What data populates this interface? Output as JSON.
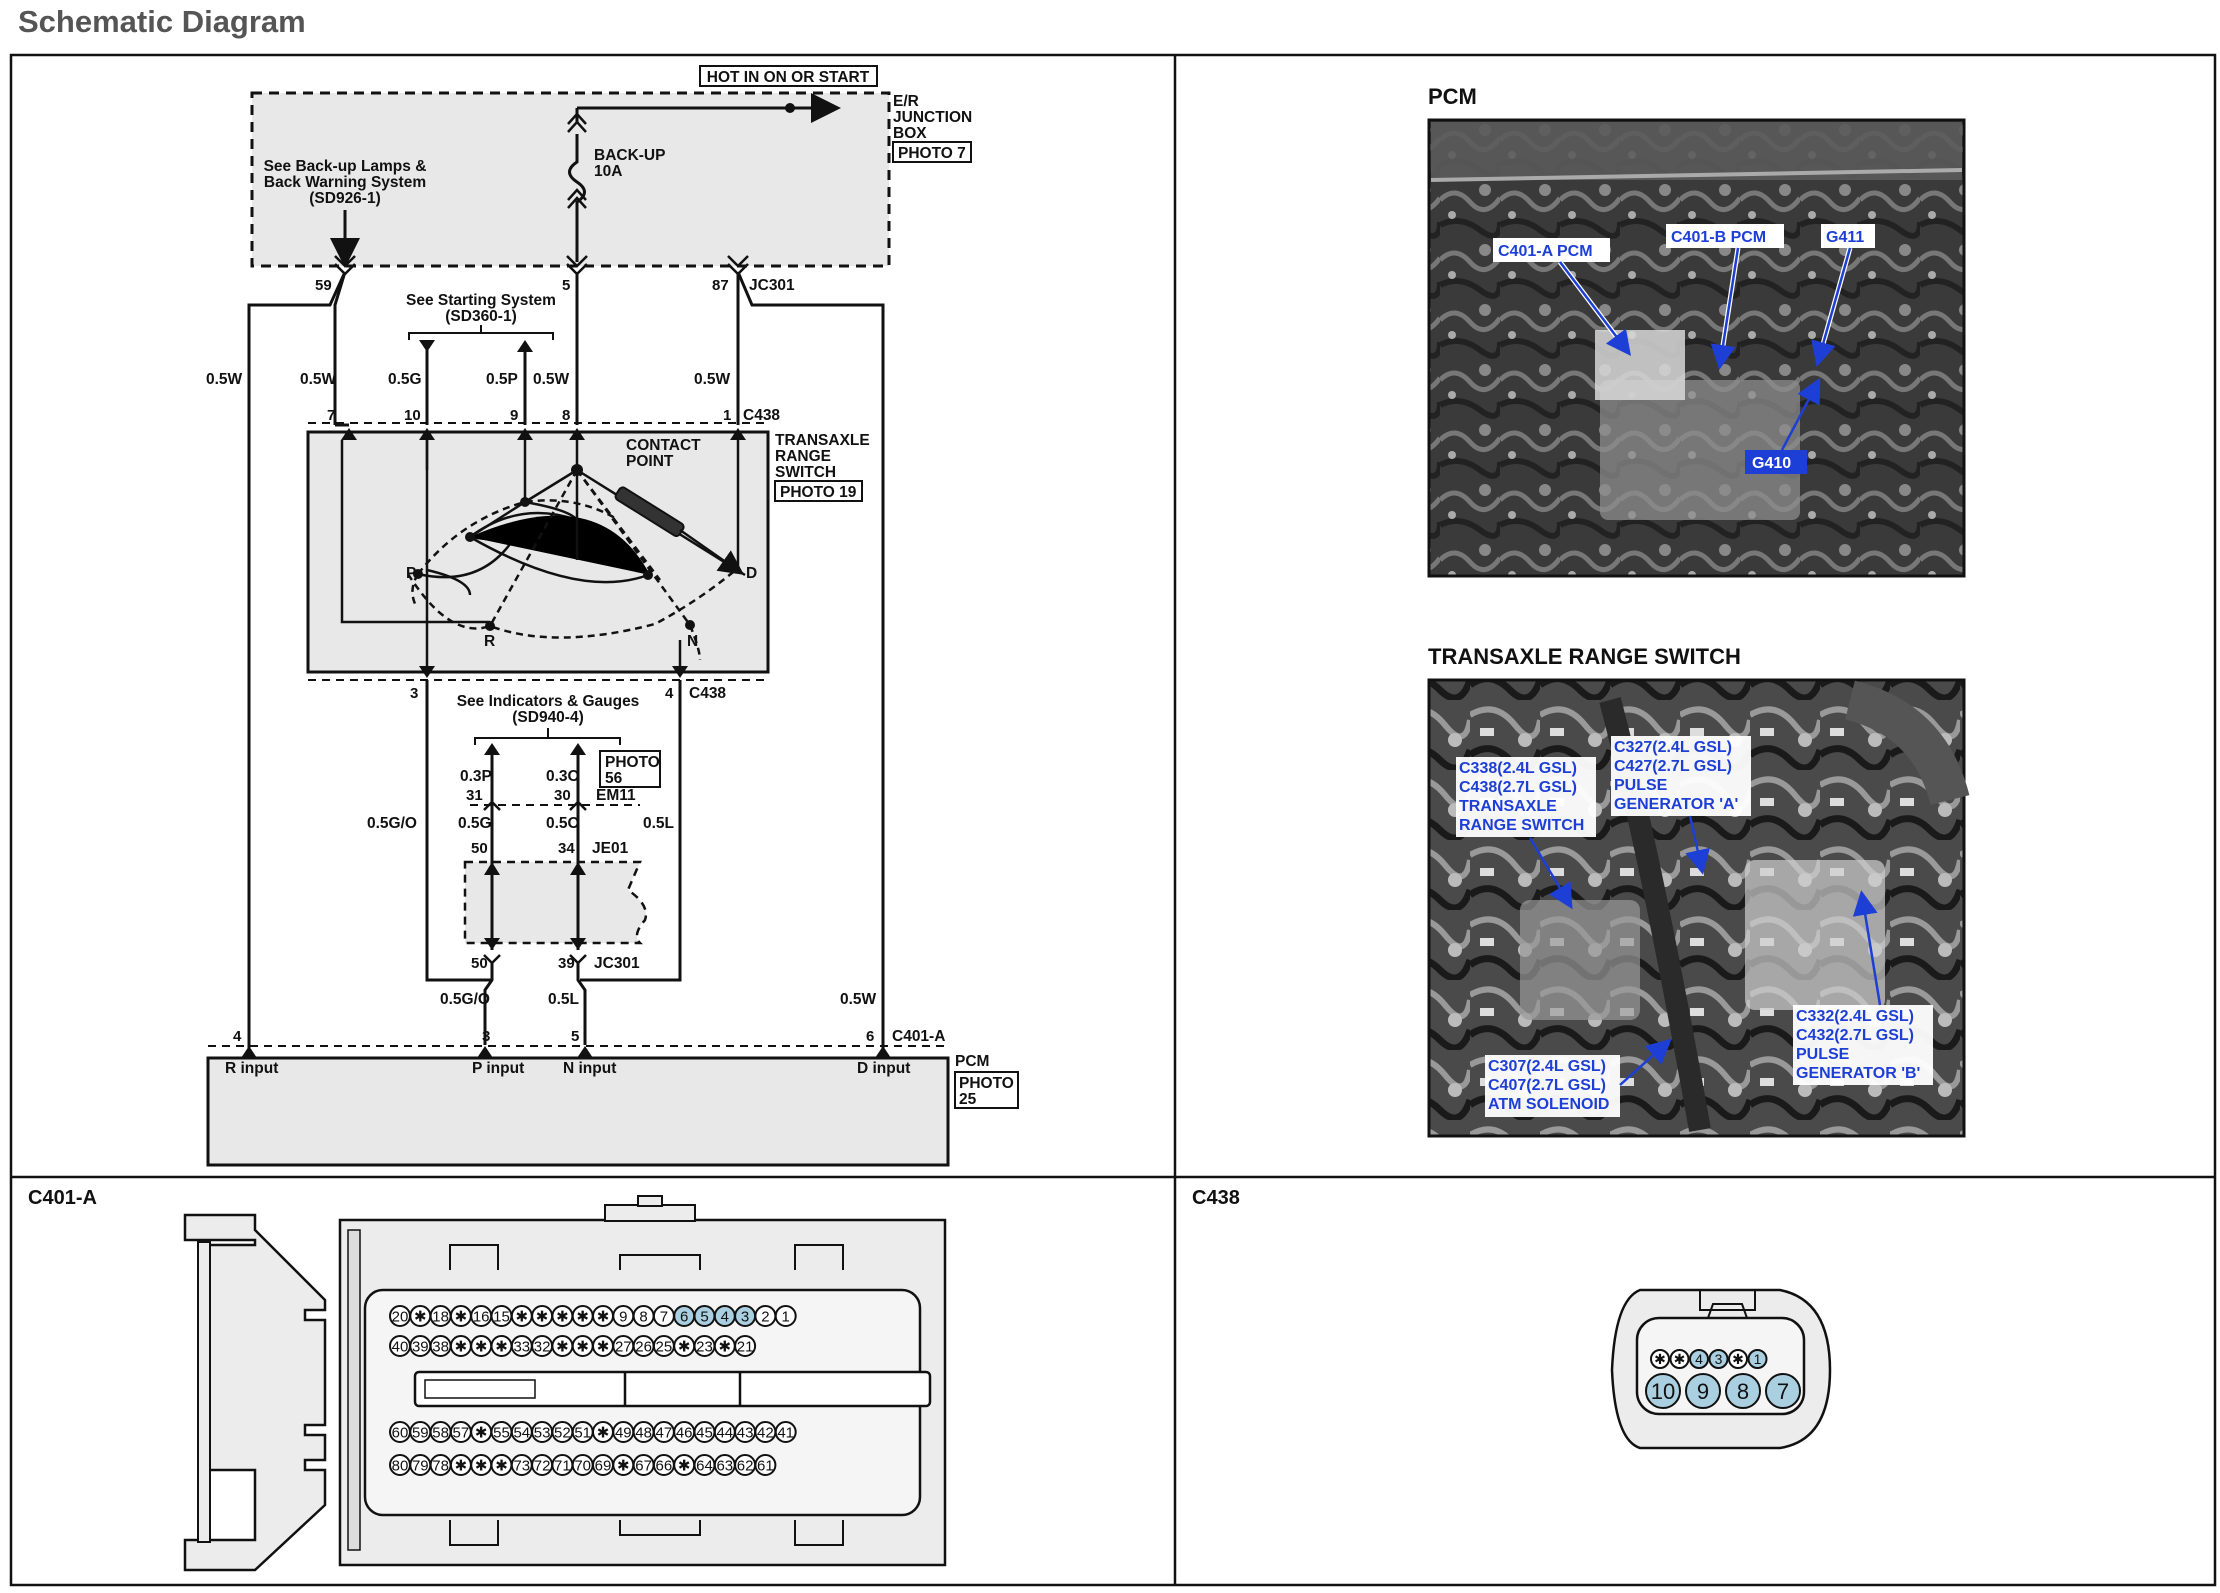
{
  "page_title": "Schematic Diagram",
  "hot_label": "HOT IN ON OR START",
  "er_box": [
    "E/R",
    "JUNCTION",
    "BOX"
  ],
  "er_photo": "PHOTO 7",
  "backup_lamps": [
    "See Back-up Lamps &",
    "Back Warning System",
    "(SD926-1)"
  ],
  "fuse": [
    "BACK-UP",
    "10A"
  ],
  "starting_system": [
    "See Starting System",
    "(SD360-1)"
  ],
  "indicators": [
    "See Indicators & Gauges",
    "(SD940-4)"
  ],
  "trs_box": [
    "TRANSAXLE",
    "RANGE",
    "SWITCH"
  ],
  "trs_photo": "PHOTO 19",
  "contact_point": [
    "CONTACT",
    "POINT"
  ],
  "positions": {
    "p": "P",
    "r": "R",
    "n": "N",
    "d": "D"
  },
  "jc301": "JC301",
  "c438": "C438",
  "em11": "EM11",
  "je01": "JE01",
  "c401a": "C401-A",
  "photo56": [
    "PHOTO",
    "56"
  ],
  "pcm_label": "PCM",
  "pcm_photo": [
    "PHOTO",
    "25"
  ],
  "wire_colors": {
    "w1": "0.5W",
    "w2": "0.5W",
    "g1": "0.5G",
    "p1": "0.5P",
    "w3": "0.5W",
    "w4": "0.5W",
    "go1": "0.5G/O",
    "l1": "0.5L",
    "p3": "0.3P",
    "o3": "0.3O",
    "g2": "0.5G",
    "o2": "0.5O",
    "go2": "0.5G/O",
    "l2": "0.5L",
    "w5": "0.5W"
  },
  "pins": {
    "p59": "59",
    "p5": "5",
    "p87": "87",
    "p7": "7",
    "p10": "10",
    "p9": "9",
    "p8": "8",
    "p1": "1",
    "p3": "3",
    "p4": "4",
    "p31": "31",
    "p30": "30",
    "p50": "50",
    "p34": "34",
    "p50b": "50",
    "p39": "39",
    "q4": "4",
    "q3": "3",
    "q5": "5",
    "q6": "6"
  },
  "pcm_inputs": {
    "r": "R input",
    "p": "P input",
    "n": "N input",
    "d": "D input"
  },
  "photo_pcm": {
    "title": "PCM",
    "callouts": [
      "C401-A PCM",
      "C401-B PCM",
      "G411",
      "G410"
    ]
  },
  "photo_trs": {
    "title": "TRANSAXLE RANGE SWITCH",
    "c338": [
      "C338(2.4L GSL)",
      "C438(2.7L GSL)",
      "TRANSAXLE",
      "RANGE SWITCH"
    ],
    "c327": [
      "C327(2.4L GSL)",
      "C427(2.7L GSL)",
      "PULSE",
      "GENERATOR 'A'"
    ],
    "c307": [
      "C307(2.4L GSL)",
      "C407(2.7L GSL)",
      "ATM SOLENOID"
    ],
    "c332": [
      "C332(2.4L GSL)",
      "C432(2.7L GSL)",
      "PULSE",
      "GENERATOR 'B'"
    ]
  },
  "connector_a": {
    "label": "C401-A",
    "row1": [
      "20",
      "*",
      "18",
      "*",
      "16",
      "15",
      "*",
      "*",
      "*",
      "*",
      "*",
      "9",
      "8",
      "7",
      "6",
      "5",
      "4",
      "3",
      "2",
      "1"
    ],
    "row2": [
      "40",
      "39",
      "38",
      "*",
      "*",
      "*",
      "33",
      "32",
      "*",
      "*",
      "*",
      "27",
      "26",
      "25",
      "*",
      "23",
      "*",
      "21"
    ],
    "row3": [
      "60",
      "59",
      "58",
      "57",
      "*",
      "55",
      "54",
      "53",
      "52",
      "51",
      "*",
      "49",
      "48",
      "47",
      "46",
      "45",
      "44",
      "43",
      "42",
      "41"
    ],
    "row4": [
      "80",
      "79",
      "78",
      "*",
      "*",
      "*",
      "73",
      "72",
      "71",
      "70",
      "69",
      "*",
      "67",
      "66",
      "*",
      "64",
      "63",
      "62",
      "61"
    ],
    "highlighted": [
      "6",
      "5",
      "4",
      "3"
    ]
  },
  "connector_b": {
    "label": "C438",
    "top_row": [
      "*",
      "*",
      "4",
      "3",
      "*",
      "1"
    ],
    "bottom_row": [
      "10",
      "9",
      "8",
      "7"
    ],
    "highlighted_top": [
      "4",
      "3",
      "1"
    ]
  },
  "colors": {
    "box_fill": "#e8e8e8",
    "pin_highlight": "#a9cfe0",
    "callout_blue": "#1d3fd6"
  }
}
